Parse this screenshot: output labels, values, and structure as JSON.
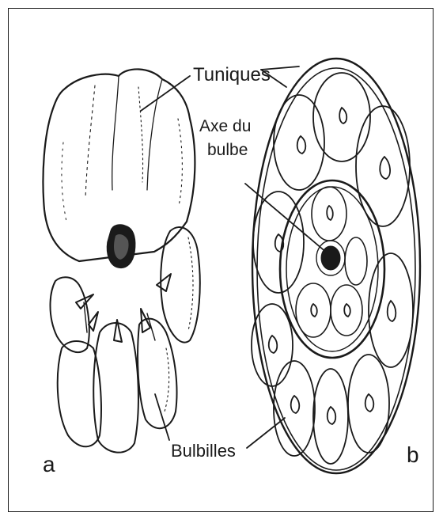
{
  "labels": {
    "tuniques": "Tuniques",
    "axe_line1": "Axe du",
    "axe_line2": "bulbe",
    "bulbilles": "Bulbilles",
    "panel_a": "a",
    "panel_b": "b"
  },
  "colors": {
    "ink": "#1a1a1a",
    "paper": "#ffffff"
  }
}
